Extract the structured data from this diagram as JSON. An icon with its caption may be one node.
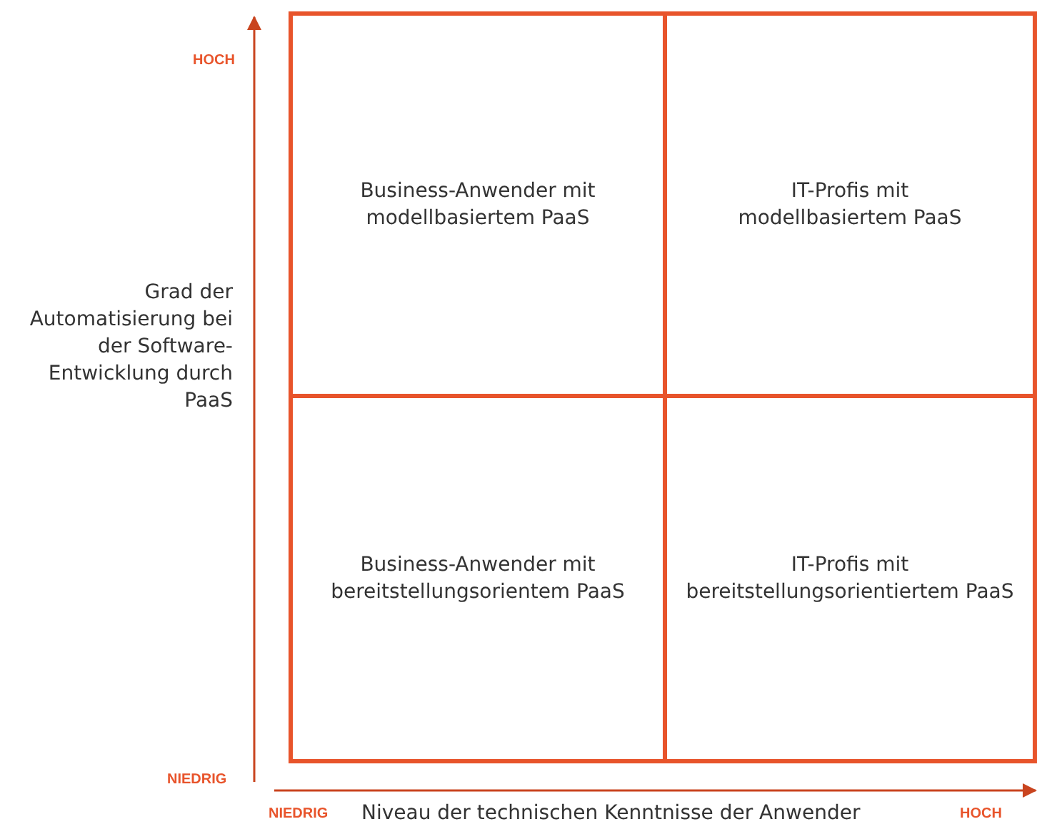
{
  "diagram": {
    "nodes": [
      {
        "text": [
          "Business-Anwender mit modellbasiertem PaaS"
        ]
      },
      {
        "text": [
          "IT-Profis mit modellbasiertem PaaS"
        ]
      },
      {
        "text": [
          "Business-Anwender mit bereitstellungsorientem PaaS"
        ]
      },
      {
        "text": [
          "IT-Profis mit bereitstellungsorientiertem PaaS"
        ]
      }
    ],
    "labels": [
      "HOCH",
      "Grad der Automatisierung bei der Software-Entwicklung durch PaaS",
      "NIEDRIG",
      "NIEDRIG",
      "Niveau der technischen Kenntnisse der Anwender",
      "HOCH"
    ]
  }
}
